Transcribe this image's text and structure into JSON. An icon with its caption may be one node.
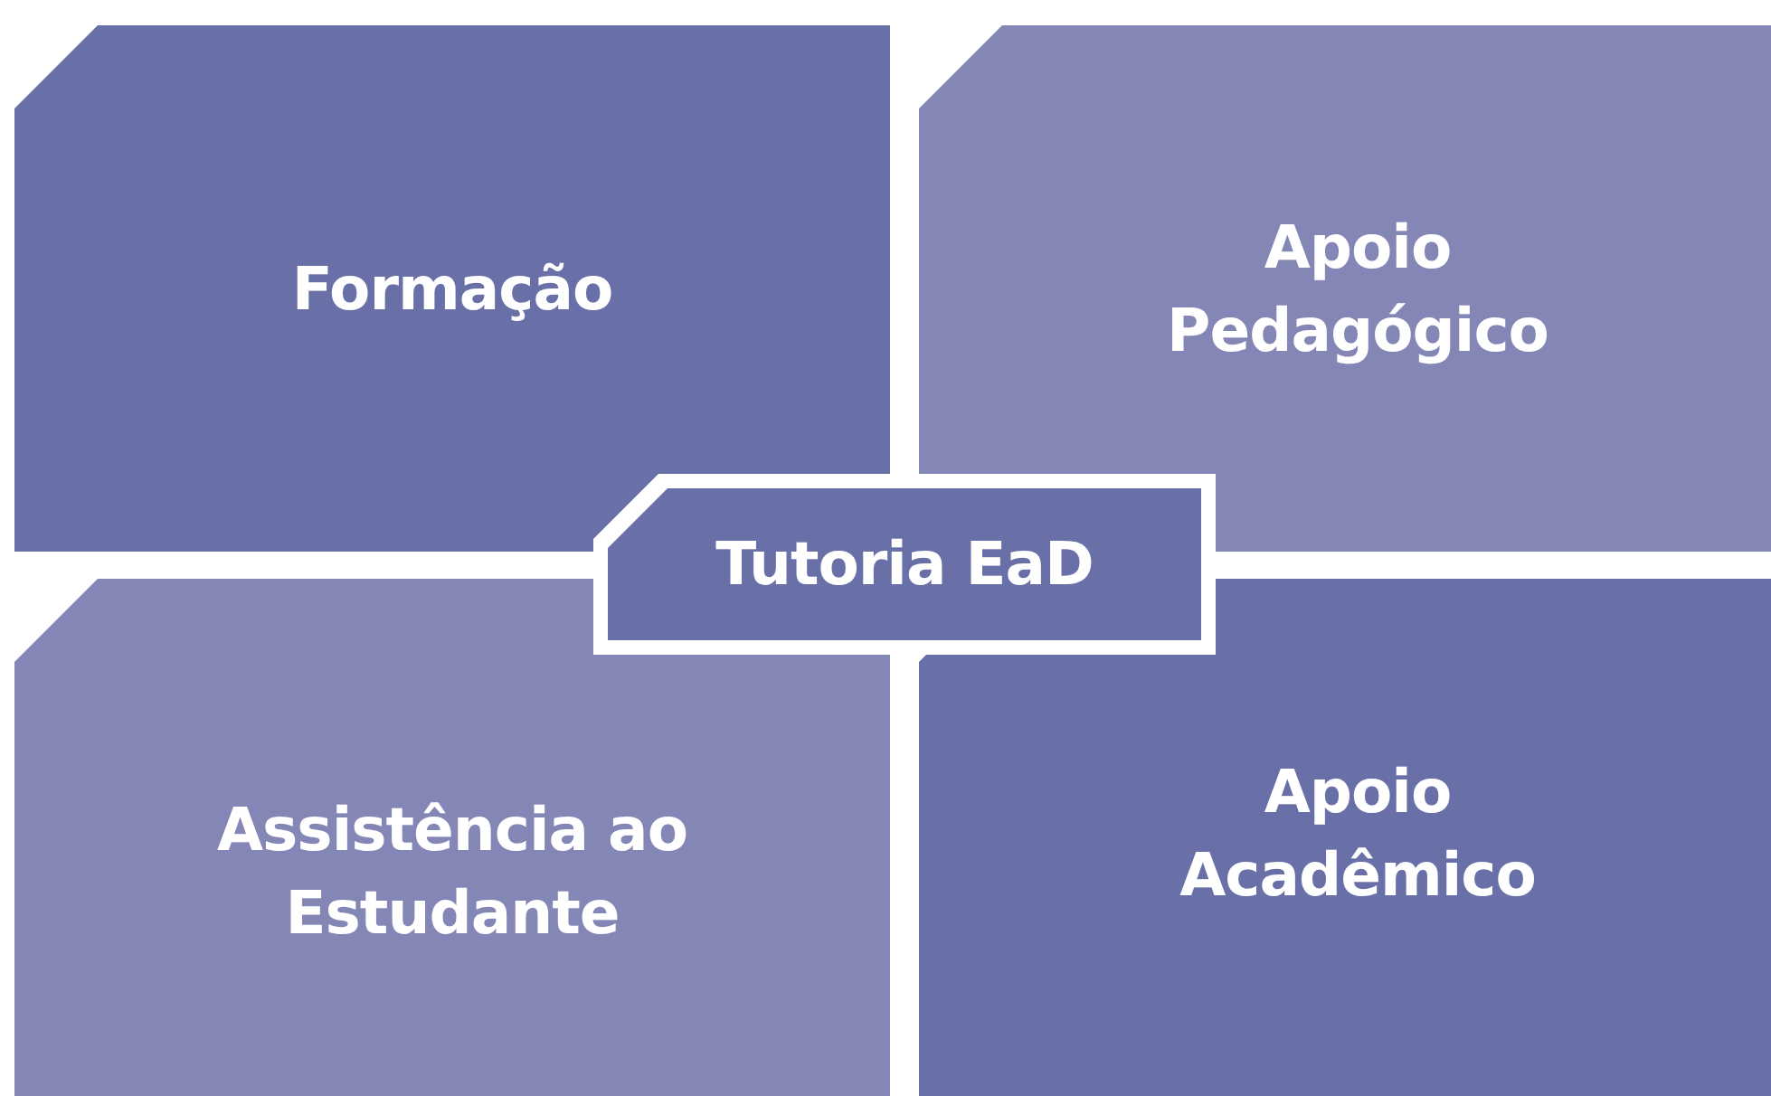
{
  "diagram": {
    "nodes": [
      {
        "text": [
          "Formação"
        ]
      },
      {
        "text": [
          "Apoio Pedagógico"
        ]
      },
      {
        "text": [
          "Tutoria EaD"
        ]
      },
      {
        "text": [
          "Assistência ao Estudante"
        ]
      },
      {
        "text": [
          "Apoio Acadêmico"
        ]
      }
    ]
  }
}
